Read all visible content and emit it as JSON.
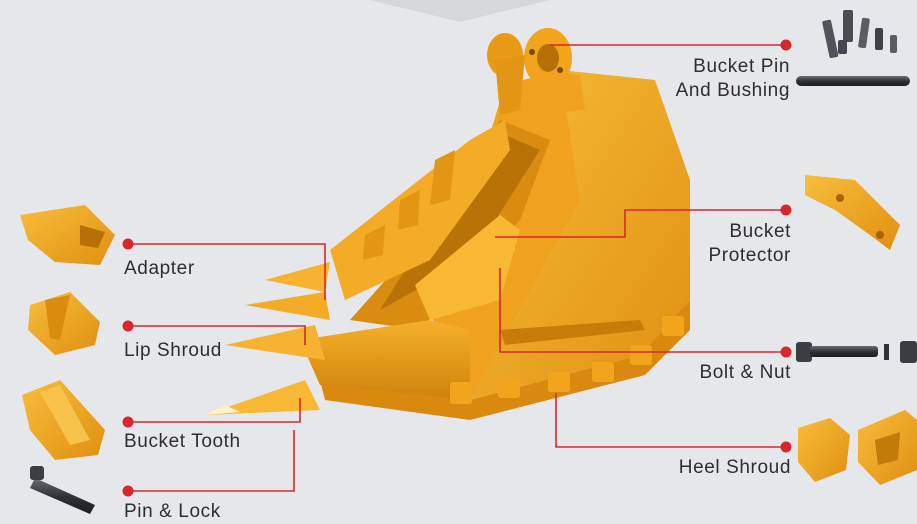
{
  "diagram": {
    "labels": {
      "bucket_pin_line1": "Bucket Pin",
      "bucket_pin_line2": "And Bushing",
      "adapter": "Adapter",
      "bucket_protector_line1": "Bucket",
      "bucket_protector_line2": "Protector",
      "lip_shroud": "Lip Shroud",
      "bolt_nut": "Bolt & Nut",
      "bucket_tooth": "Bucket Tooth",
      "heel_shroud": "Heel Shroud",
      "pin_lock": "Pin & Lock"
    },
    "colors": {
      "background": "#e6e7ea",
      "bucket_yellow": "#f2a51c",
      "bucket_dark": "#c97d0b",
      "leader_line": "#d9262c",
      "text": "#2e2e2e",
      "pin_metal": "#3a3d42"
    }
  }
}
